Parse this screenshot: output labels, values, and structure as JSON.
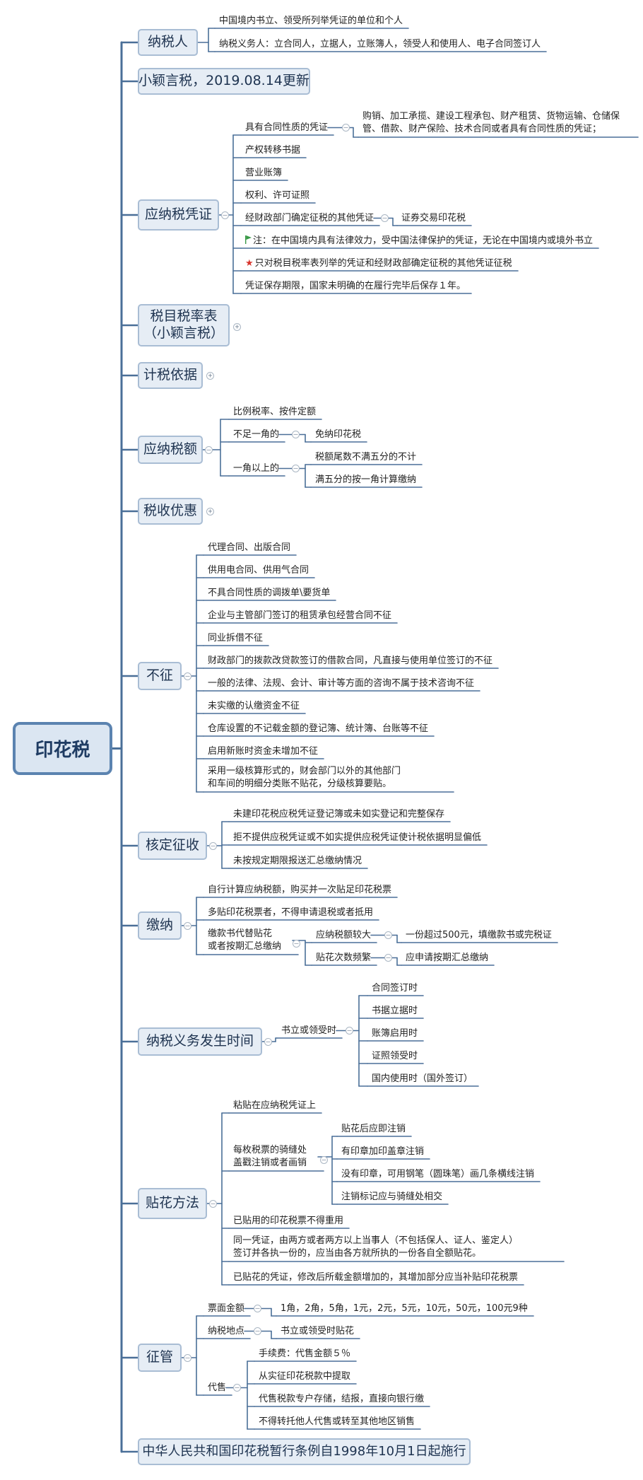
{
  "root": {
    "title": "印花税"
  },
  "topics": {
    "taxpayer": "纳税人",
    "update": "小颖言税，2019.08.14更新",
    "vouchers": "应纳税凭证",
    "rate_table_line1": "税目税率表",
    "rate_table_line2": "（小颖言税）",
    "basis": "计税依据",
    "amount": "应纳税额",
    "preference": "税收优惠",
    "exempt": "不征",
    "assessment": "核定征收",
    "payment": "缴纳",
    "obligation_time": "纳税义务发生时间",
    "stamp_method": "贴花方法",
    "admin": "征管",
    "law": "中华人民共和国印花税暂行条例自1998年10月1日起施行"
  },
  "taxpayer": {
    "items": [
      "中国境内书立、领受所列举凭证的单位和个人",
      "纳税义务人：立合同人，立据人，立账簿人，领受人和使用人、电子合同签订人"
    ]
  },
  "vouchers": {
    "contract": "具有合同性质的凭证",
    "contract_detail": "购销、加工承揽、建设工程承包、财产租赁、货物运输、仓储保管、借款、财产保险、技术合同或者具有合同性质的凭证；",
    "items": [
      "产权转移书据",
      "营业账簿",
      "权利、许可证照"
    ],
    "other": "经财政部门确定征税的其他凭证",
    "other_detail": "证券交易印花税",
    "note": "注：在中国境内具有法律效力，受中国法律保护的凭证，无论在中国境内或境外书立",
    "star_note": "只对税目税率表列举的凭证和经财政部确定征税的其他凭证征税",
    "keep": "凭证保存期限，国家未明确的在履行完毕后保存１年。"
  },
  "amount": {
    "rate": "比例税率、按件定额",
    "under": "不足一角的",
    "under_detail": "免纳印花税",
    "over": "一角以上的",
    "over_items": [
      "税额尾数不满五分的不计",
      "满五分的按一角计算缴纳"
    ]
  },
  "exempt": {
    "items": [
      "代理合同、出版合同",
      "供用电合同、供用气合同",
      "不具合同性质的调拨单\\要货单",
      "企业与主管部门签订的租赁承包经营合同不征",
      "同业拆借不征",
      "财政部门的拨款改贷款签订的借款合同，凡直接与使用单位签订的不征",
      "一般的法律、法规、会计、审计等方面的咨询不属于技术咨询不征",
      "未实缴的认缴资金不征",
      "仓库设置的不记载金额的登记簿、统计簿、台账等不征",
      "启用新账时资金未增加不征"
    ],
    "last_line1": "采用一级核算形式的，财会部门以外的其他部门",
    "last_line2": "和车间的明细分类账不贴花，分级核算要贴。"
  },
  "assessment": {
    "items": [
      "未建印花税应税凭证登记簿或未如实登记和完整保存",
      "拒不提供应税凭证或不如实提供应税凭证使计税依据明显偏低",
      "未按规定期限报送汇总缴纳情况"
    ]
  },
  "payment": {
    "self": "自行计算应纳税额，购买并一次贴足印花税票",
    "refund": "多贴印花税票者，不得申请退税或者抵用",
    "alt_line1": "缴款书代替贴花",
    "alt_line2": "或者按期汇总缴纳",
    "large": "应纳税额较大",
    "large_detail": "一份超过500元，填缴款书或完税证",
    "frequent": "贴花次数频繁",
    "frequent_detail": "应申请按期汇总缴纳"
  },
  "obligation": {
    "when": "书立或领受时",
    "items": [
      "合同签订时",
      "书据立据时",
      "账簿启用时",
      "证照领受时",
      "国内使用时（国外签订）"
    ]
  },
  "stamp": {
    "paste": "粘贴在应纳税凭证上",
    "seam_line1": "每枚税票的骑缝处",
    "seam_line2": "盖戳注销或者画销",
    "seam_items": [
      "贴花后应即注销",
      "有印章加印盖章注销",
      "没有印章，可用钢笔（圆珠笔）画几条横线注销",
      "注销标记应与骑缝处相交"
    ],
    "reuse": "已贴用的印花税票不得重用",
    "multi_line1": "同一凭证，由两方或者两方以上当事人（不包括保人、证人、鉴定人）",
    "multi_line2": "签订并各执一份的，应当由各方就所执的一份各自全额贴花。",
    "modified": "已贴花的凭证，修改后所载金额增加的，其增加部分应当补贴印花税票"
  },
  "admin": {
    "denom": "票面金额",
    "denom_detail": "1角，2角，5角，1元，2元，5元，10元，50元，100元9种",
    "place": "纳税地点",
    "place_detail": "书立或领受时贴花",
    "agent": "代售",
    "agent_items": [
      "手续费：代售金额５％",
      "从实征印花税款中提取",
      "代售税款专户存储，结报，直接向银行缴",
      "不得转托他人代售或转至其他地区销售"
    ]
  },
  "colors": {
    "line": "#4a6f98",
    "root_border": "#5b83b0",
    "topic_fill": "#e6edf5",
    "flag": "#3a9a48",
    "star": "#d8342c"
  }
}
